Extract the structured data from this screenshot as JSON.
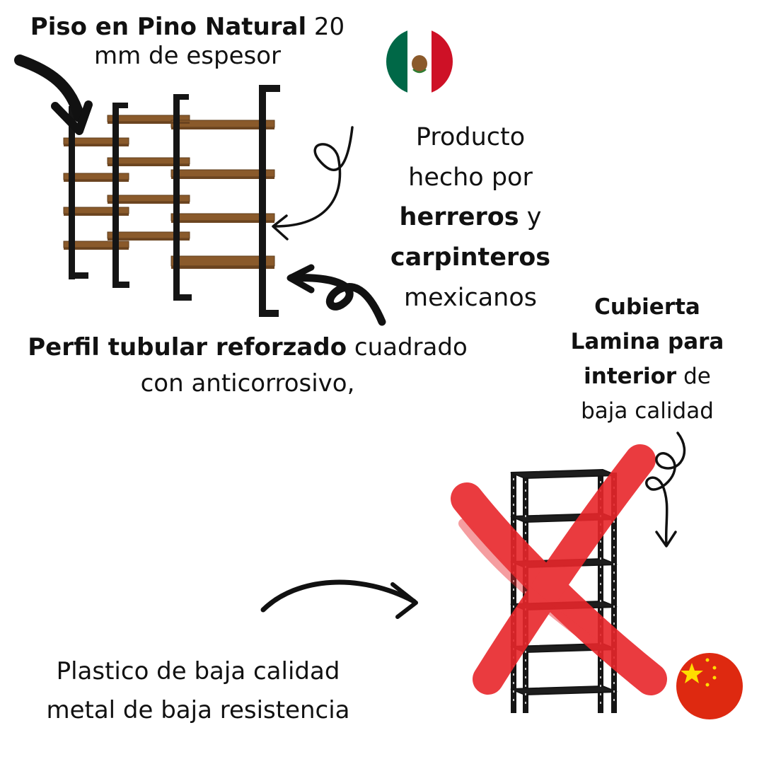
{
  "top_caption": {
    "bold": "Piso en Pino Natural",
    "rest_line1": " 20",
    "line2": "mm de espesor"
  },
  "product_caption": {
    "line1": "Producto",
    "line2": "hecho por",
    "line3_bold": "herreros",
    "line3_rest": " y",
    "line4_bold": "carpinteros",
    "line5": "mexicanos"
  },
  "profile_caption": {
    "bold": "Perfil tubular reforzado",
    "rest_line1": " cuadrado",
    "line2": "con anticorrosivo,"
  },
  "cover_caption": {
    "line1_bold": "Cubierta",
    "line2_bold": "Lamina para",
    "line3_bold": "interior",
    "line3_rest": " de",
    "line4": "baja calidad"
  },
  "bottom_caption": {
    "line1": "Plastico de baja calidad",
    "line2": "metal de baja resistencia"
  },
  "flags": {
    "mexico": "mexico-flag-icon",
    "china": "china-flag-icon"
  },
  "colors": {
    "wood": "#8a5a2b",
    "metal": "#151515",
    "cross": "#e8262b",
    "mx_green": "#006847",
    "mx_red": "#ce1126",
    "cn_red": "#de2910",
    "cn_star": "#ffde00"
  }
}
